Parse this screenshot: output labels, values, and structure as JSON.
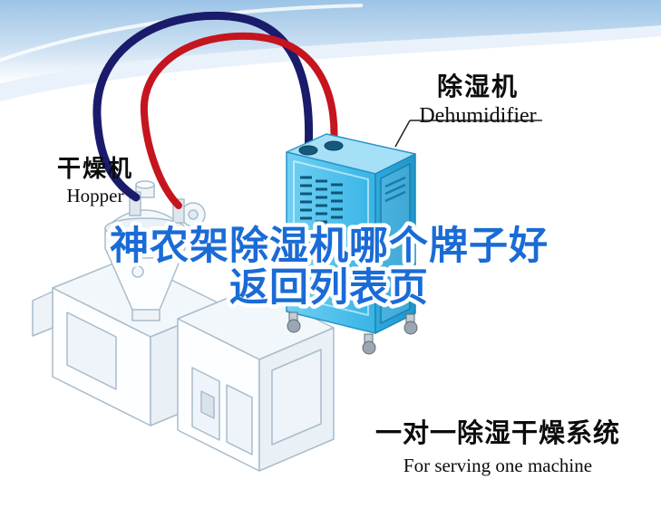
{
  "watermark": {
    "line1": "神农架除湿机哪个牌子好",
    "line2": "返回列表页"
  },
  "callouts": {
    "dehumidifier": {
      "cn": "除湿机",
      "en": "Dehumidifier"
    },
    "hopper": {
      "cn": "干燥机",
      "en": "Hopper"
    }
  },
  "caption": {
    "cn": "一对一除湿干燥系统",
    "en": "For serving one machine"
  },
  "colors": {
    "watermark_blue": "#1a6bd6",
    "hose_red": "#c5151f",
    "hose_navy": "#1b1b6b",
    "machine_blue": "#4fc0ee",
    "sky_blue": "#9cc4e6"
  },
  "icons": {
    "red_hose": "hot-return-air-hose",
    "blue_hose": "dry-air-supply-hose"
  }
}
